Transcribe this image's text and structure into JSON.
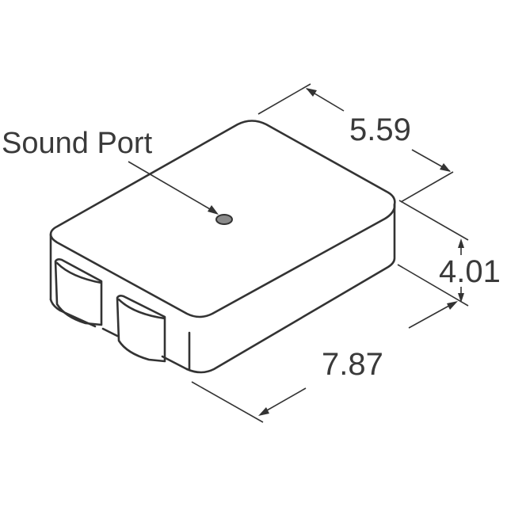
{
  "diagram": {
    "subject": "Microphone / speaker component outline drawing",
    "callout": {
      "label": "Sound Port"
    },
    "dimensions": {
      "depth": "5.59",
      "height": "4.01",
      "length": "7.87"
    },
    "colors": {
      "line": "#333333",
      "text": "#3a3a3a",
      "sound_port_fill": "#8a8a8a",
      "background": "#ffffff"
    }
  }
}
